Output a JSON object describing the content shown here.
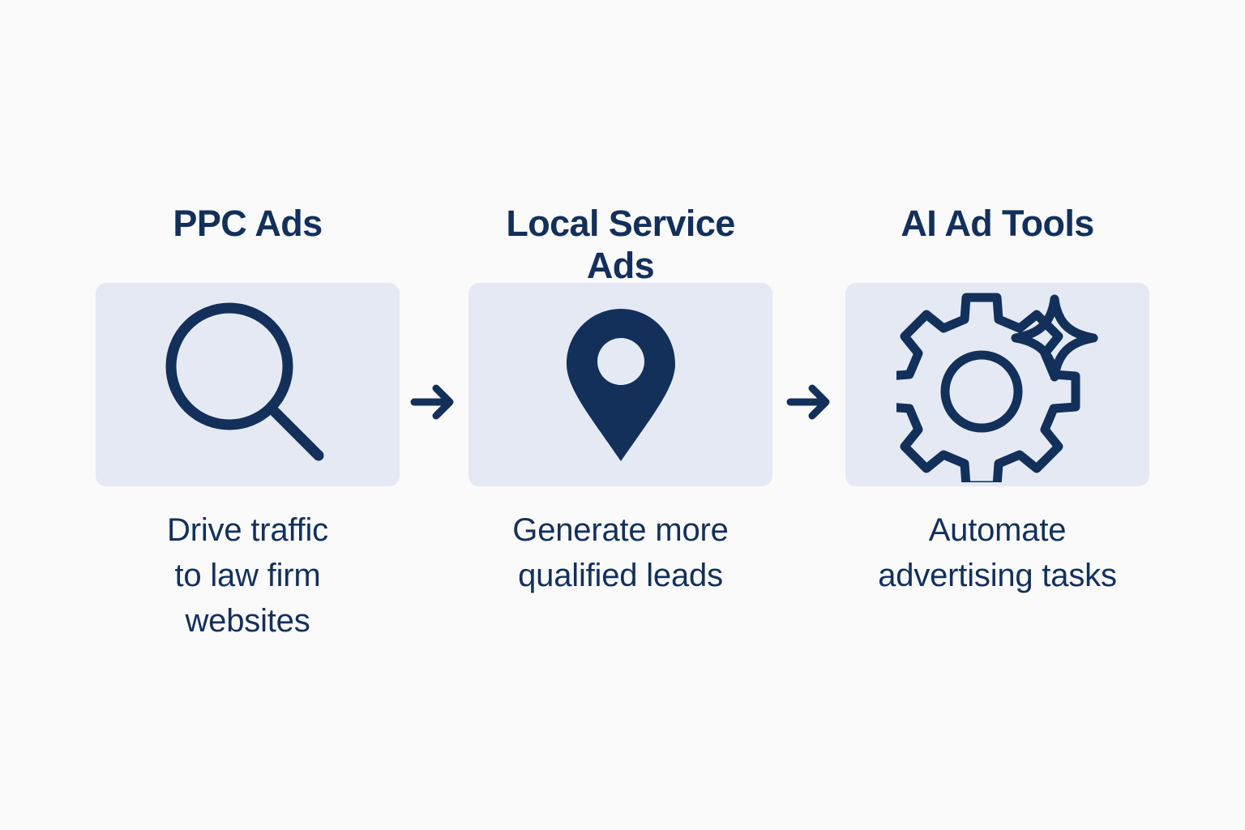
{
  "page": {
    "background_color": "#fbfafb",
    "accent_color": "#12305a",
    "panel_color": "#e4e9f4",
    "type": "three-step horizontal flow diagram"
  },
  "steps": [
    {
      "title": "PPC Ads",
      "icon": "magnifying-glass-icon",
      "caption": "Drive traffic\nto law firm\nwebsites"
    },
    {
      "title": "Local Service\nAds",
      "icon": "map-pin-icon",
      "caption": "Generate more\nqualified leads"
    },
    {
      "title": "AI Ad Tools",
      "icon": "gear-sparkle-icon",
      "caption": "Automate\nadvertising tasks"
    }
  ],
  "connectors": [
    {
      "label": "arrow-right-icon"
    },
    {
      "label": "arrow-right-icon"
    }
  ]
}
